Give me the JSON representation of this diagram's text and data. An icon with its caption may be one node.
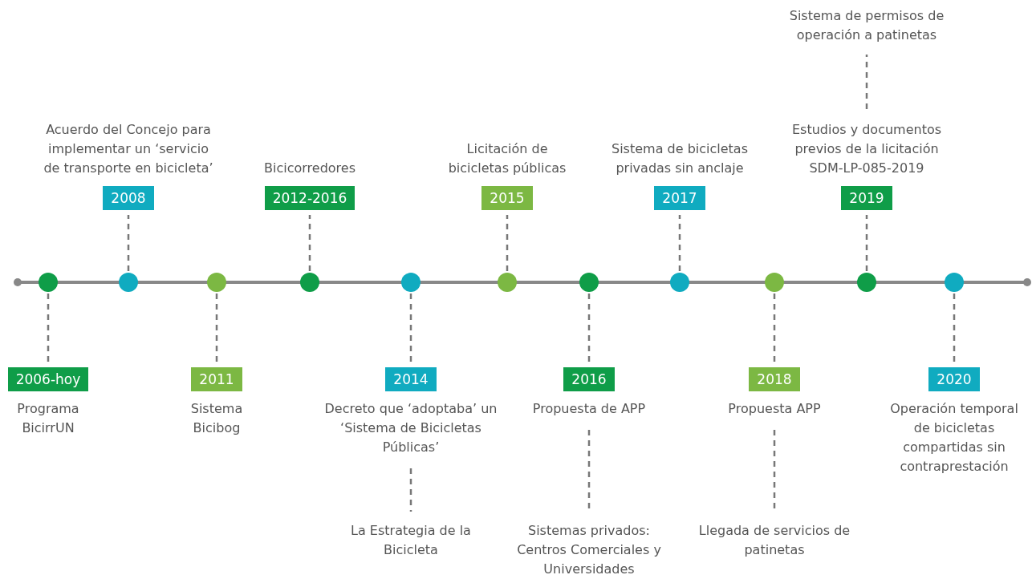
{
  "diagram": {
    "nodes": [
      {
        "text": [],
        "shape": "circle"
      },
      {
        "text": [],
        "shape": "circle"
      },
      {
        "text": [],
        "shape": "circle"
      },
      {
        "text": [],
        "shape": "circle"
      },
      {
        "text": [],
        "shape": "circle"
      },
      {
        "text": [],
        "shape": "circle"
      },
      {
        "text": [],
        "shape": "circle"
      },
      {
        "text": [],
        "shape": "circle"
      },
      {
        "text": [],
        "shape": "circle"
      },
      {
        "text": [],
        "shape": "circle"
      },
      {
        "text": [],
        "shape": "circle"
      },
      {
        "text": [
          "2006-hoy",
          "Programa BicirrUN"
        ]
      },
      {
        "text": [
          "Acuerdo del Concejo para  implementar un ‘servicio de transporte en bicicleta’",
          "2008"
        ]
      },
      {
        "text": [
          "2011",
          "Sistema Bicibog"
        ]
      },
      {
        "text": [
          "Bicicorredores",
          "2012-2016"
        ]
      },
      {
        "text": [
          "2014",
          "Decreto que ‘adoptaba’ un ‘Sistema de Bicicletas Públicas’"
        ]
      },
      {
        "text": [
          "Licitación de bicicletas públicas",
          "2015"
        ]
      },
      {
        "text": [
          "2016",
          "Propuesta de APP"
        ]
      },
      {
        "text": [
          "Sistema de bicicletas privadas sin anclaje",
          "2017"
        ]
      },
      {
        "text": [
          "2018",
          "Propuesta APP"
        ]
      },
      {
        "text": [
          "Estudios y documentos previos de la licitación SDM-LP-085-2019",
          "2019"
        ]
      },
      {
        "text": [
          "2020",
          "Operación temporal de bicicletas compartidas sin contraprestación"
        ]
      },
      {
        "text": [
          "La Estrategia de la Bicicleta"
        ]
      },
      {
        "text": [
          "Sistemas privados: Centros Comerciales y Universidades"
        ]
      },
      {
        "text": [
          "Llegada de servicios de patinetas"
        ]
      },
      {
        "text": [
          "Sistema de permisos de operación a patinetas"
        ]
      }
    ],
    "edges": [
      {
        "from": 0,
        "to": 11,
        "arrow": "none",
        "style": "dashed"
      },
      {
        "from": 1,
        "to": 12,
        "arrow": "none",
        "style": "dashed"
      },
      {
        "from": 2,
        "to": 13,
        "arrow": "none",
        "style": "dashed"
      },
      {
        "from": 3,
        "to": 14,
        "arrow": "none",
        "style": "dashed"
      },
      {
        "from": 4,
        "to": 15,
        "arrow": "none",
        "style": "dashed"
      },
      {
        "from": 5,
        "to": 16,
        "arrow": "none",
        "style": "dashed"
      },
      {
        "from": 6,
        "to": 17,
        "arrow": "none",
        "style": "dashed"
      },
      {
        "from": 7,
        "to": 18,
        "arrow": "none",
        "style": "dashed"
      },
      {
        "from": 8,
        "to": 19,
        "arrow": "none",
        "style": "dashed"
      },
      {
        "from": 9,
        "to": 20,
        "arrow": "none",
        "style": "dashed"
      },
      {
        "from": 10,
        "to": 21,
        "arrow": "none",
        "style": "dashed"
      },
      {
        "from": 15,
        "to": 22,
        "arrow": "none",
        "style": "dashed"
      },
      {
        "from": 17,
        "to": 23,
        "arrow": "none",
        "style": "dashed"
      },
      {
        "from": 19,
        "to": 24,
        "arrow": "none",
        "style": "dashed"
      },
      {
        "from": 20,
        "to": 25,
        "arrow": "none",
        "style": "dashed"
      }
    ]
  }
}
